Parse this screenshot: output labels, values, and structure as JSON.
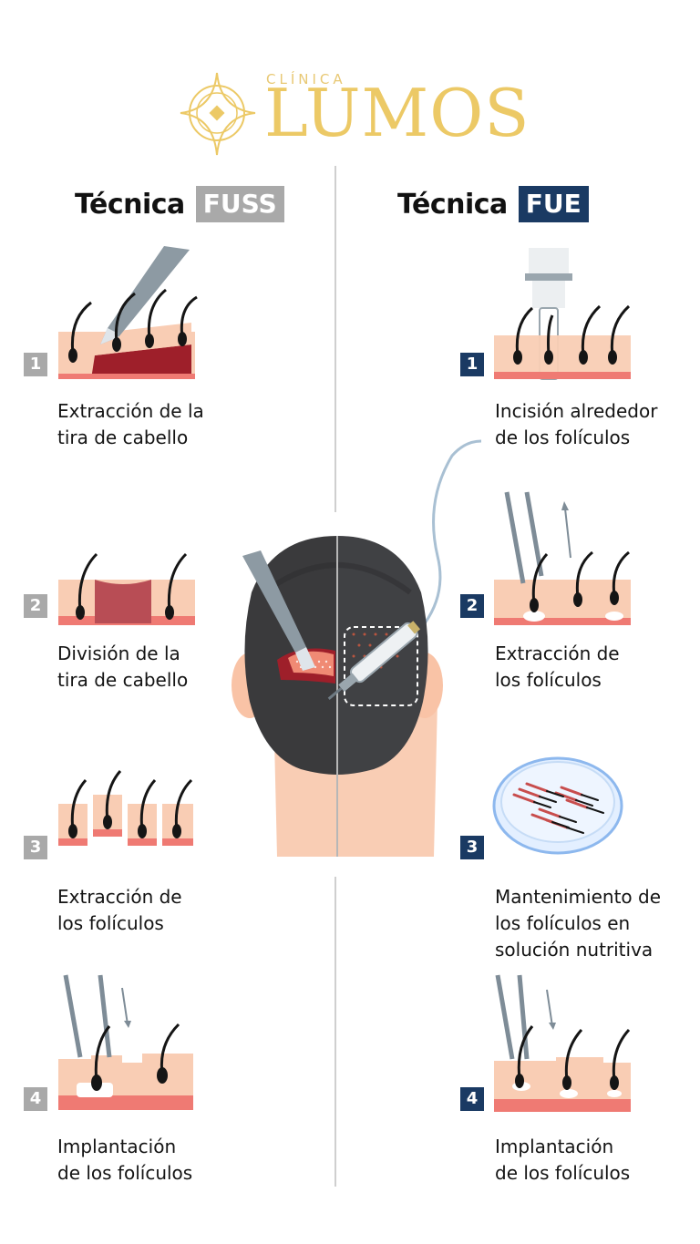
{
  "brand": {
    "small": "CLÍNICA",
    "big": "LUMOS",
    "gold": "#ecc966"
  },
  "left": {
    "heading": "Técnica",
    "tag": "FUSS",
    "tag_color": "#a9a9a9",
    "steps": [
      {
        "number": "1",
        "lines": [
          "Extracción de la",
          "tira de cabello"
        ]
      },
      {
        "number": "2",
        "lines": [
          "División de la",
          "tira de cabello"
        ]
      },
      {
        "number": "3",
        "lines": [
          "Extracción de",
          "los folículos"
        ]
      },
      {
        "number": "4",
        "lines": [
          "Implantación",
          "de los folículos"
        ]
      }
    ]
  },
  "right": {
    "heading": "Técnica",
    "tag": "FUE",
    "tag_color": "#1a3a63",
    "steps": [
      {
        "number": "1",
        "lines": [
          "Incisión alrededor",
          "de los folículos"
        ]
      },
      {
        "number": "2",
        "lines": [
          "Extracción de",
          "los folículos"
        ]
      },
      {
        "number": "3",
        "lines": [
          "Mantenimiento de",
          "los folículos en",
          "solución nutritiva"
        ]
      },
      {
        "number": "4",
        "lines": [
          "Implantación",
          "de los folículos"
        ]
      }
    ]
  },
  "colors": {
    "skin": "#f9cdb4",
    "skin_dark": "#ef7a73",
    "hair": "#151515",
    "tool": "#7e8c97"
  }
}
